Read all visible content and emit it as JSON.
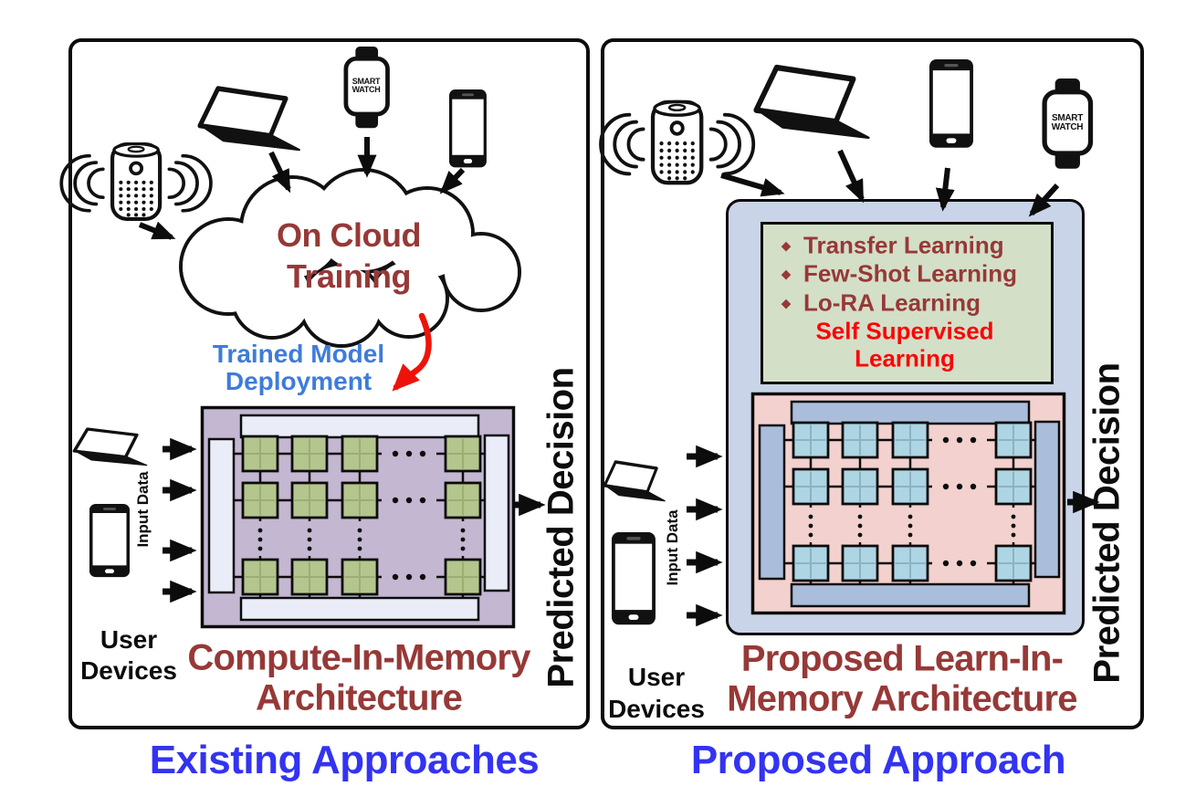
{
  "figure": {
    "type": "comparison-diagram",
    "colors": {
      "dark_red_text": "#963937",
      "bright_red_text": "#f90606",
      "deployment_blue": "#3e7cd9",
      "footer_blue": "#3333f2",
      "cim_background": "#c3b7d1",
      "cim_peripheral_bar": "#eaedf8",
      "cim_cell_green": "#b4c68d",
      "lim_container_blue": "#c9d4e8",
      "lim_background_pink": "#f2d1ce",
      "lim_peripheral_bar": "#aabdda",
      "lim_cell_blue": "#aed5e3",
      "methods_box_green": "#d4dfc8",
      "outline_black": "#0c0c0c"
    }
  },
  "left_panel": {
    "cloud_title": [
      "On Cloud",
      "Training"
    ],
    "deploy_label": [
      "Trained Model",
      "Deployment"
    ],
    "arch_caption": [
      "Compute-In-Memory",
      "Architecture"
    ],
    "predicted_decision": "Predicted Decision",
    "input_data": "Input Data",
    "user_devices": [
      "User",
      "Devices"
    ],
    "watch_label": [
      "SMART",
      "WATCH"
    ],
    "footer": "Existing Approaches"
  },
  "right_panel": {
    "bullet_glyph": "◆",
    "learning_methods": [
      "Transfer Learning",
      "Few-Shot Learning",
      "Lo-RA Learning"
    ],
    "ssl_label": [
      "Self Supervised",
      "Learning"
    ],
    "arch_caption": [
      "Proposed Learn-In-",
      "Memory Architecture"
    ],
    "predicted_decision": "Predicted Decision",
    "input_data": "Input Data",
    "user_devices": [
      "User",
      "Devices"
    ],
    "watch_label": [
      "SMART",
      "WATCH"
    ],
    "footer": "Proposed Approach"
  }
}
